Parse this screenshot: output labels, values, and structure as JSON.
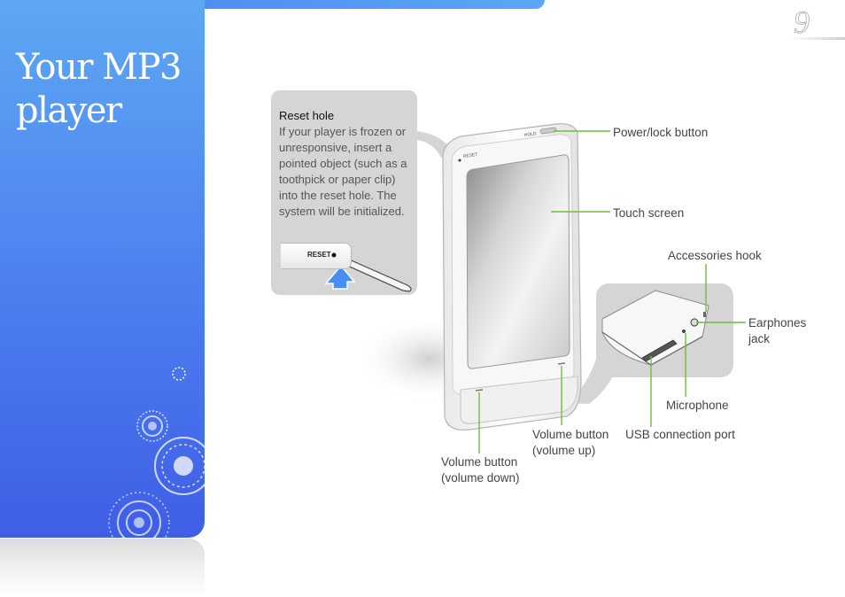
{
  "page": {
    "title": "Your MP3 player",
    "number": "9"
  },
  "reset_hole": {
    "title": "Reset hole",
    "description": "If your player is frozen or unresponsive, insert a pointed object (such as a toothpick or paper clip) into the reset hole. The system will be initialized.",
    "strip_label": "RESET"
  },
  "callouts": {
    "power_lock": "Power/lock button",
    "touch_screen": "Touch screen",
    "accessories_hook": "Accessories hook",
    "earphones_jack_1": "Earphones",
    "earphones_jack_2": "jack",
    "microphone": "Microphone",
    "usb_port": "USB connection port",
    "volume_up_1": "Volume button",
    "volume_up_2": "(volume up)",
    "volume_down_1": "Volume button",
    "volume_down_2": "(volume down)"
  },
  "device_text": {
    "top_left": "RESET",
    "top_right": "HOLD"
  },
  "colors": {
    "accent_green": "#6cbf3a",
    "panel_blue": "#4f86f0"
  }
}
